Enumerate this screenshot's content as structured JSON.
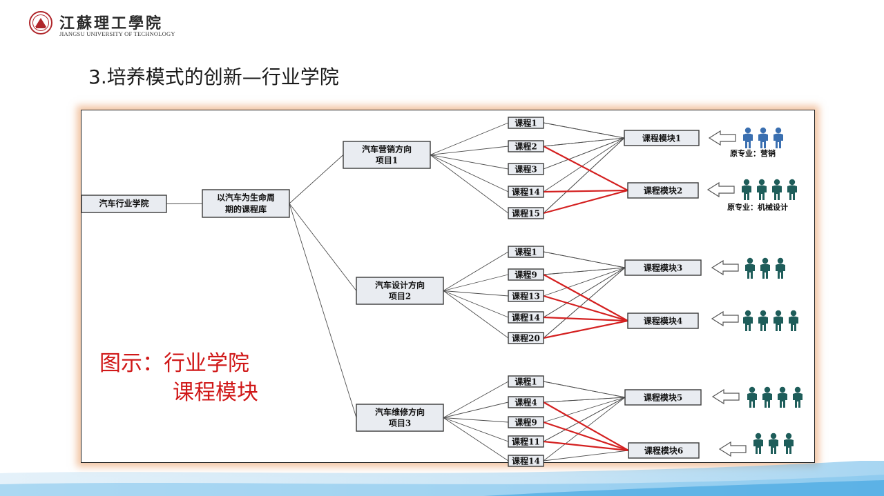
{
  "header": {
    "logo_cn": "江蘇理工學院",
    "logo_en": "JIANGSU UNIVERSITY OF TECHNOLOGY",
    "title": "3.培养模式的创新—行业学院"
  },
  "diagram": {
    "root": "汽车行业学院",
    "library": [
      "以汽车为生命周",
      "期的课程库"
    ],
    "directions": [
      {
        "line1": "汽车营销方向",
        "line2": "项目1"
      },
      {
        "line1": "汽车设计方向",
        "line2": "项目2"
      },
      {
        "line1": "汽车维修方向",
        "line2": "项目3"
      }
    ],
    "courses": [
      [
        "课程1",
        "课程2",
        "课程3",
        "课程14",
        "课程15"
      ],
      [
        "课程1",
        "课程9",
        "课程13",
        "课程14",
        "课程20"
      ],
      [
        "课程1",
        "课程4",
        "课程9",
        "课程11",
        "课程14"
      ]
    ],
    "modules": [
      "课程模块1",
      "课程模块2",
      "课程模块3",
      "课程模块4",
      "课程模块5",
      "课程模块6"
    ],
    "people_labels": [
      "原专业：营销",
      "原专业：机械设计"
    ],
    "people_counts": [
      3,
      4,
      3,
      4,
      4,
      3
    ],
    "colors": {
      "red_link": "#d42020",
      "people_blue": "#3a6fb0",
      "people_teal": "#1e5d5a",
      "caption_red": "#d01818"
    }
  },
  "caption": {
    "line1": "图示：行业学院",
    "line2": "课程模块"
  }
}
